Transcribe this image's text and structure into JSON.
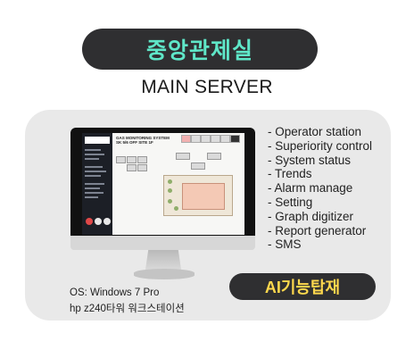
{
  "header": {
    "title": "중앙관제실",
    "subtitle": "MAIN SERVER"
  },
  "screen": {
    "title_line1": "GAS MONITORING SYSTEM",
    "title_line2": "SK 5/6 OFF SITE 1F"
  },
  "features": [
    "- Operator station",
    "- Superiority control",
    "- System status",
    "- Trends",
    "- Alarm manage",
    "- Setting",
    "- Graph digitizer",
    "- Report generator",
    "- SMS"
  ],
  "badge": {
    "label": "AI기능탑재"
  },
  "specs": {
    "os": "OS: Windows 7 Pro",
    "hardware": "hp z240타워 워크스테이션"
  },
  "colors": {
    "pill_bg": "#2f2f31",
    "title_text": "#5fe7c8",
    "badge_text": "#ffd84d",
    "card_bg": "#e9e9e9"
  }
}
